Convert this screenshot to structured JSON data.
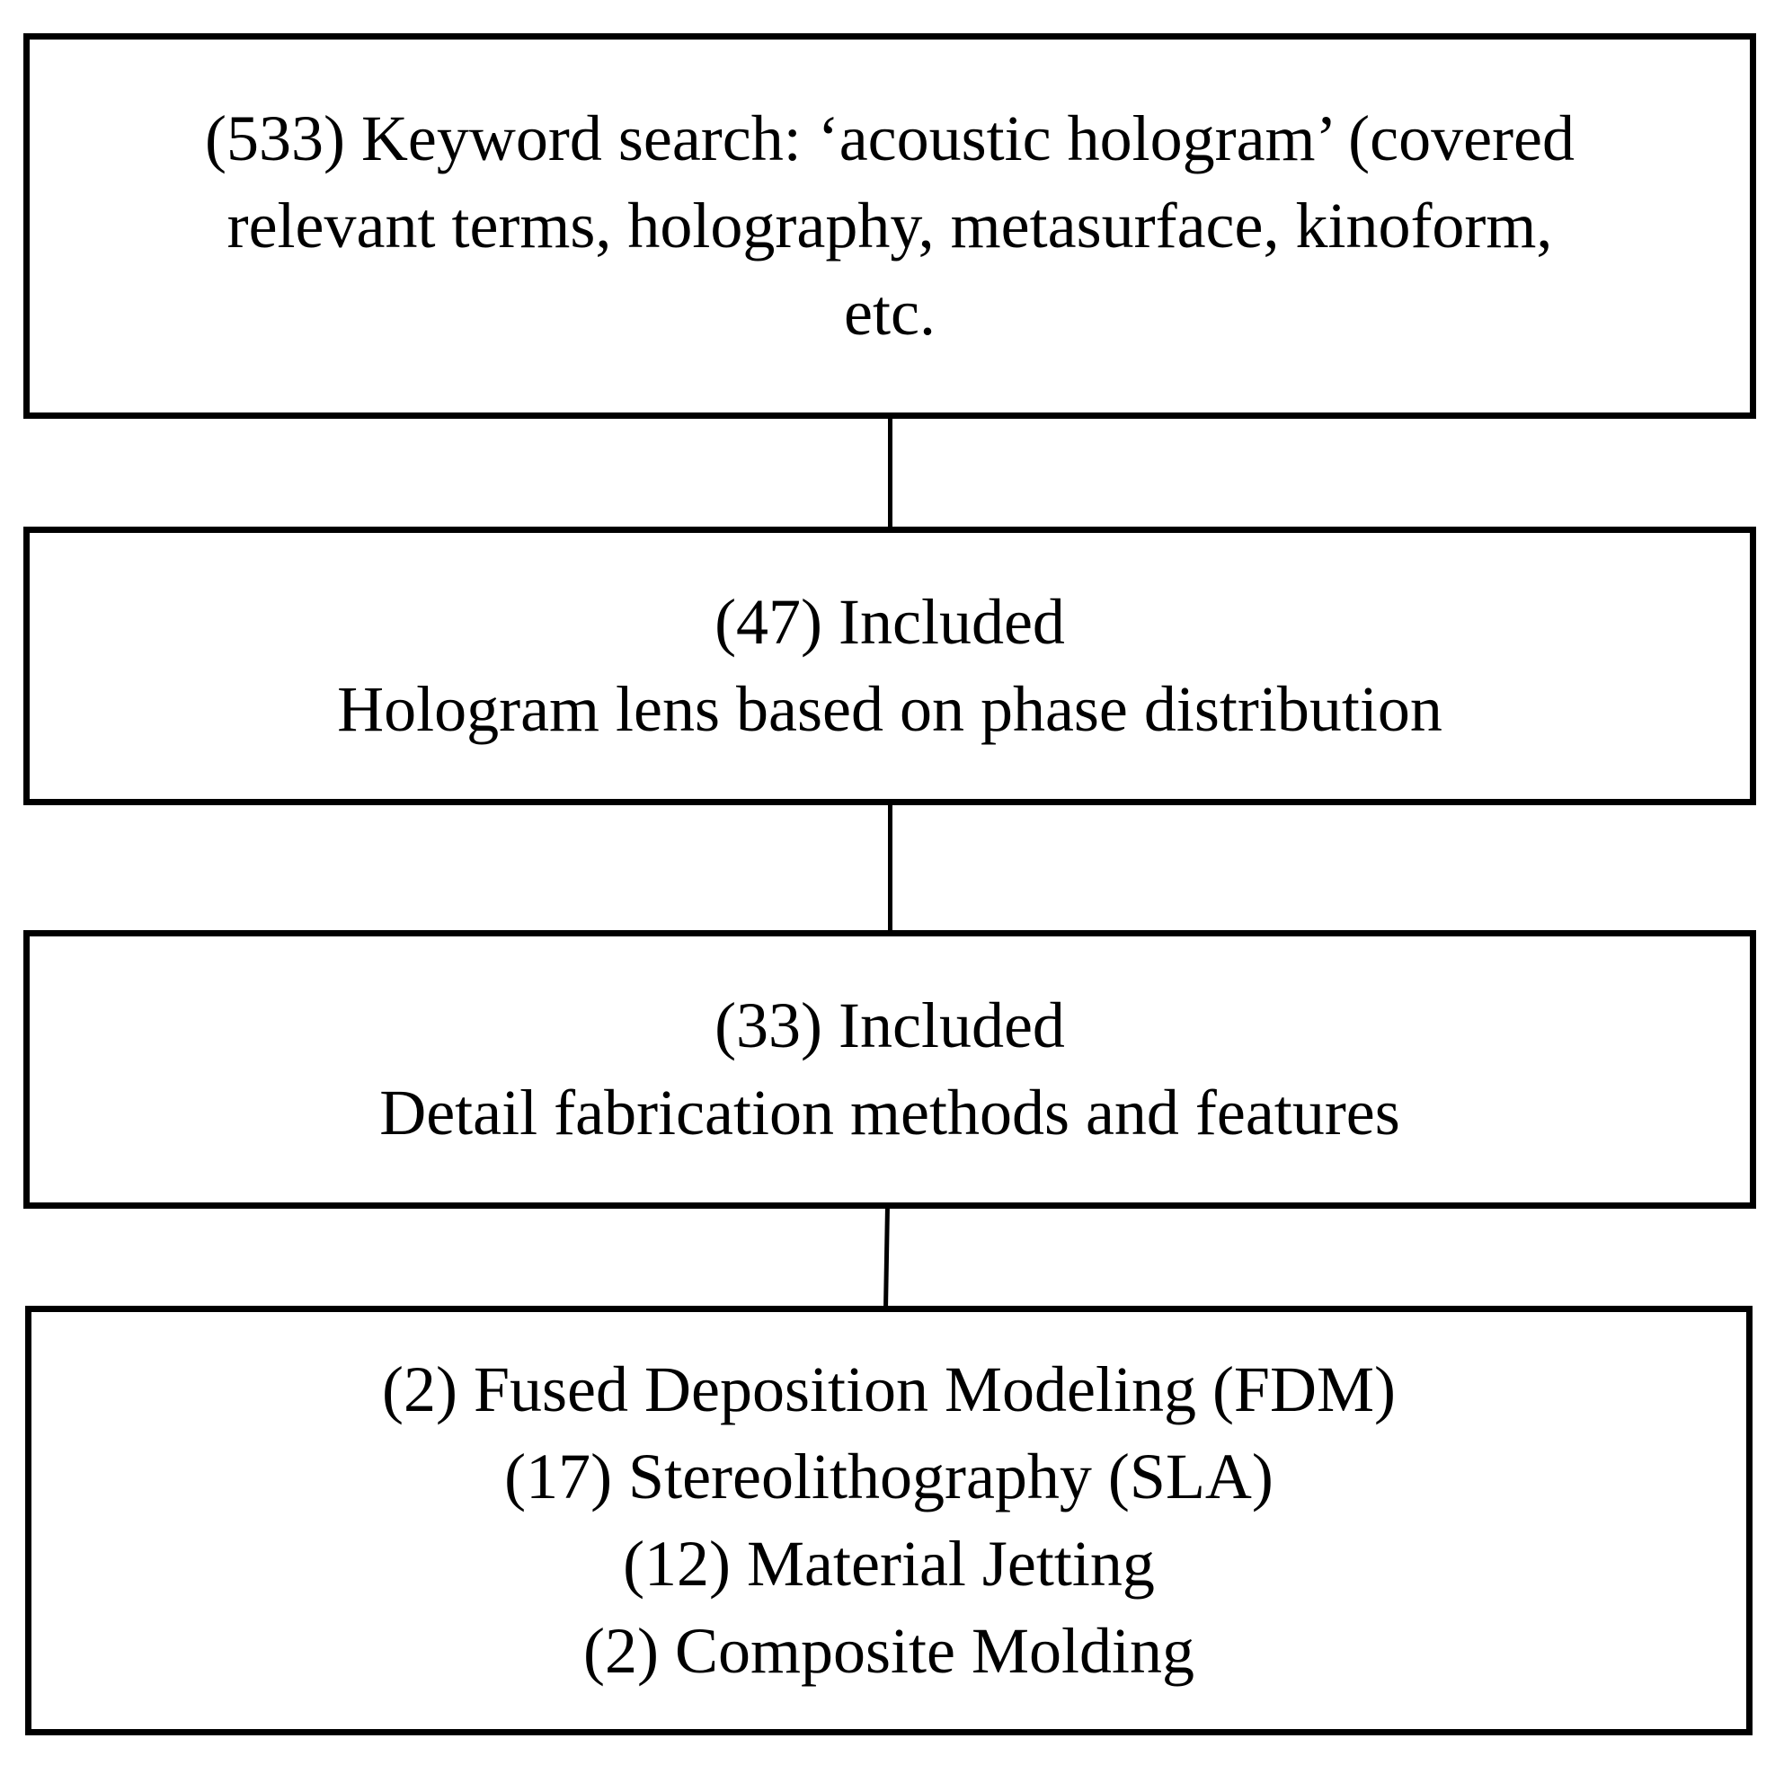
{
  "boxes": [
    {
      "lines": [
        "(533) Keyword search: ‘acoustic hologram’ (covered",
        "relevant terms, holography, metasurface, kinoform,",
        "etc."
      ]
    },
    {
      "lines": [
        "(47) Included",
        "Hologram lens based on phase distribution"
      ]
    },
    {
      "lines": [
        "(33) Included",
        "Detail fabrication methods and features"
      ]
    },
    {
      "lines": [
        "(2) Fused Deposition Modeling (FDM)",
        "(17) Stereolithography (SLA)",
        "(12) Material Jetting",
        "(2) Composite Molding"
      ]
    }
  ],
  "colors": {
    "stroke": "#000000",
    "background": "#ffffff"
  }
}
